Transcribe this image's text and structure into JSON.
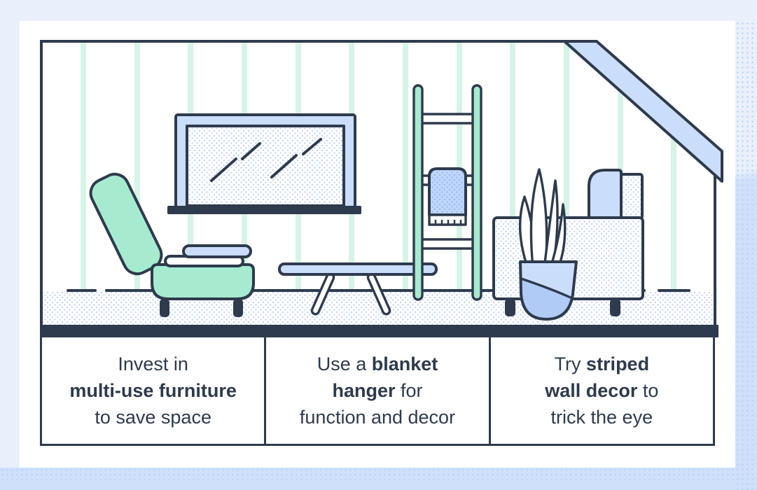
{
  "palette": {
    "ink": "#2E3A4D",
    "mint": "#A6EBCF",
    "mint_stripe": "#D6F3E7",
    "blue_light": "#CADDFA",
    "blue_mid": "#AFCBF6",
    "blanket_blue": "#BFD6FA",
    "dot_blue": "#B7CFF5",
    "dot_dark": "#92B6F0",
    "bg": "#E9F0FC",
    "bg_accent": "#CEE0FA",
    "bg_dot": "#B8D1F7",
    "card": "#FFFFFF"
  },
  "scene": {
    "illustrations": [
      "striped-wallpaper",
      "slanted-ceiling-beam",
      "wall-mirror",
      "futon-chair",
      "folded-blankets",
      "coffee-table",
      "blanket-ladder",
      "hanging-blanket",
      "storage-bench",
      "potted-snake-plant",
      "floor"
    ]
  },
  "captions": [
    {
      "l1_pre": "Invest in",
      "l2_bold": "multi-use furniture",
      "l3_pre": "to save space"
    },
    {
      "l1_pre": "Use a ",
      "l1_bold": "blanket",
      "l2_bold": "hanger",
      "l2_post": " for",
      "l3_pre": "function and decor"
    },
    {
      "l1_pre": "Try ",
      "l1_bold": "striped",
      "l2_bold": "wall decor",
      "l2_post": " to",
      "l3_pre": "trick the eye"
    }
  ]
}
